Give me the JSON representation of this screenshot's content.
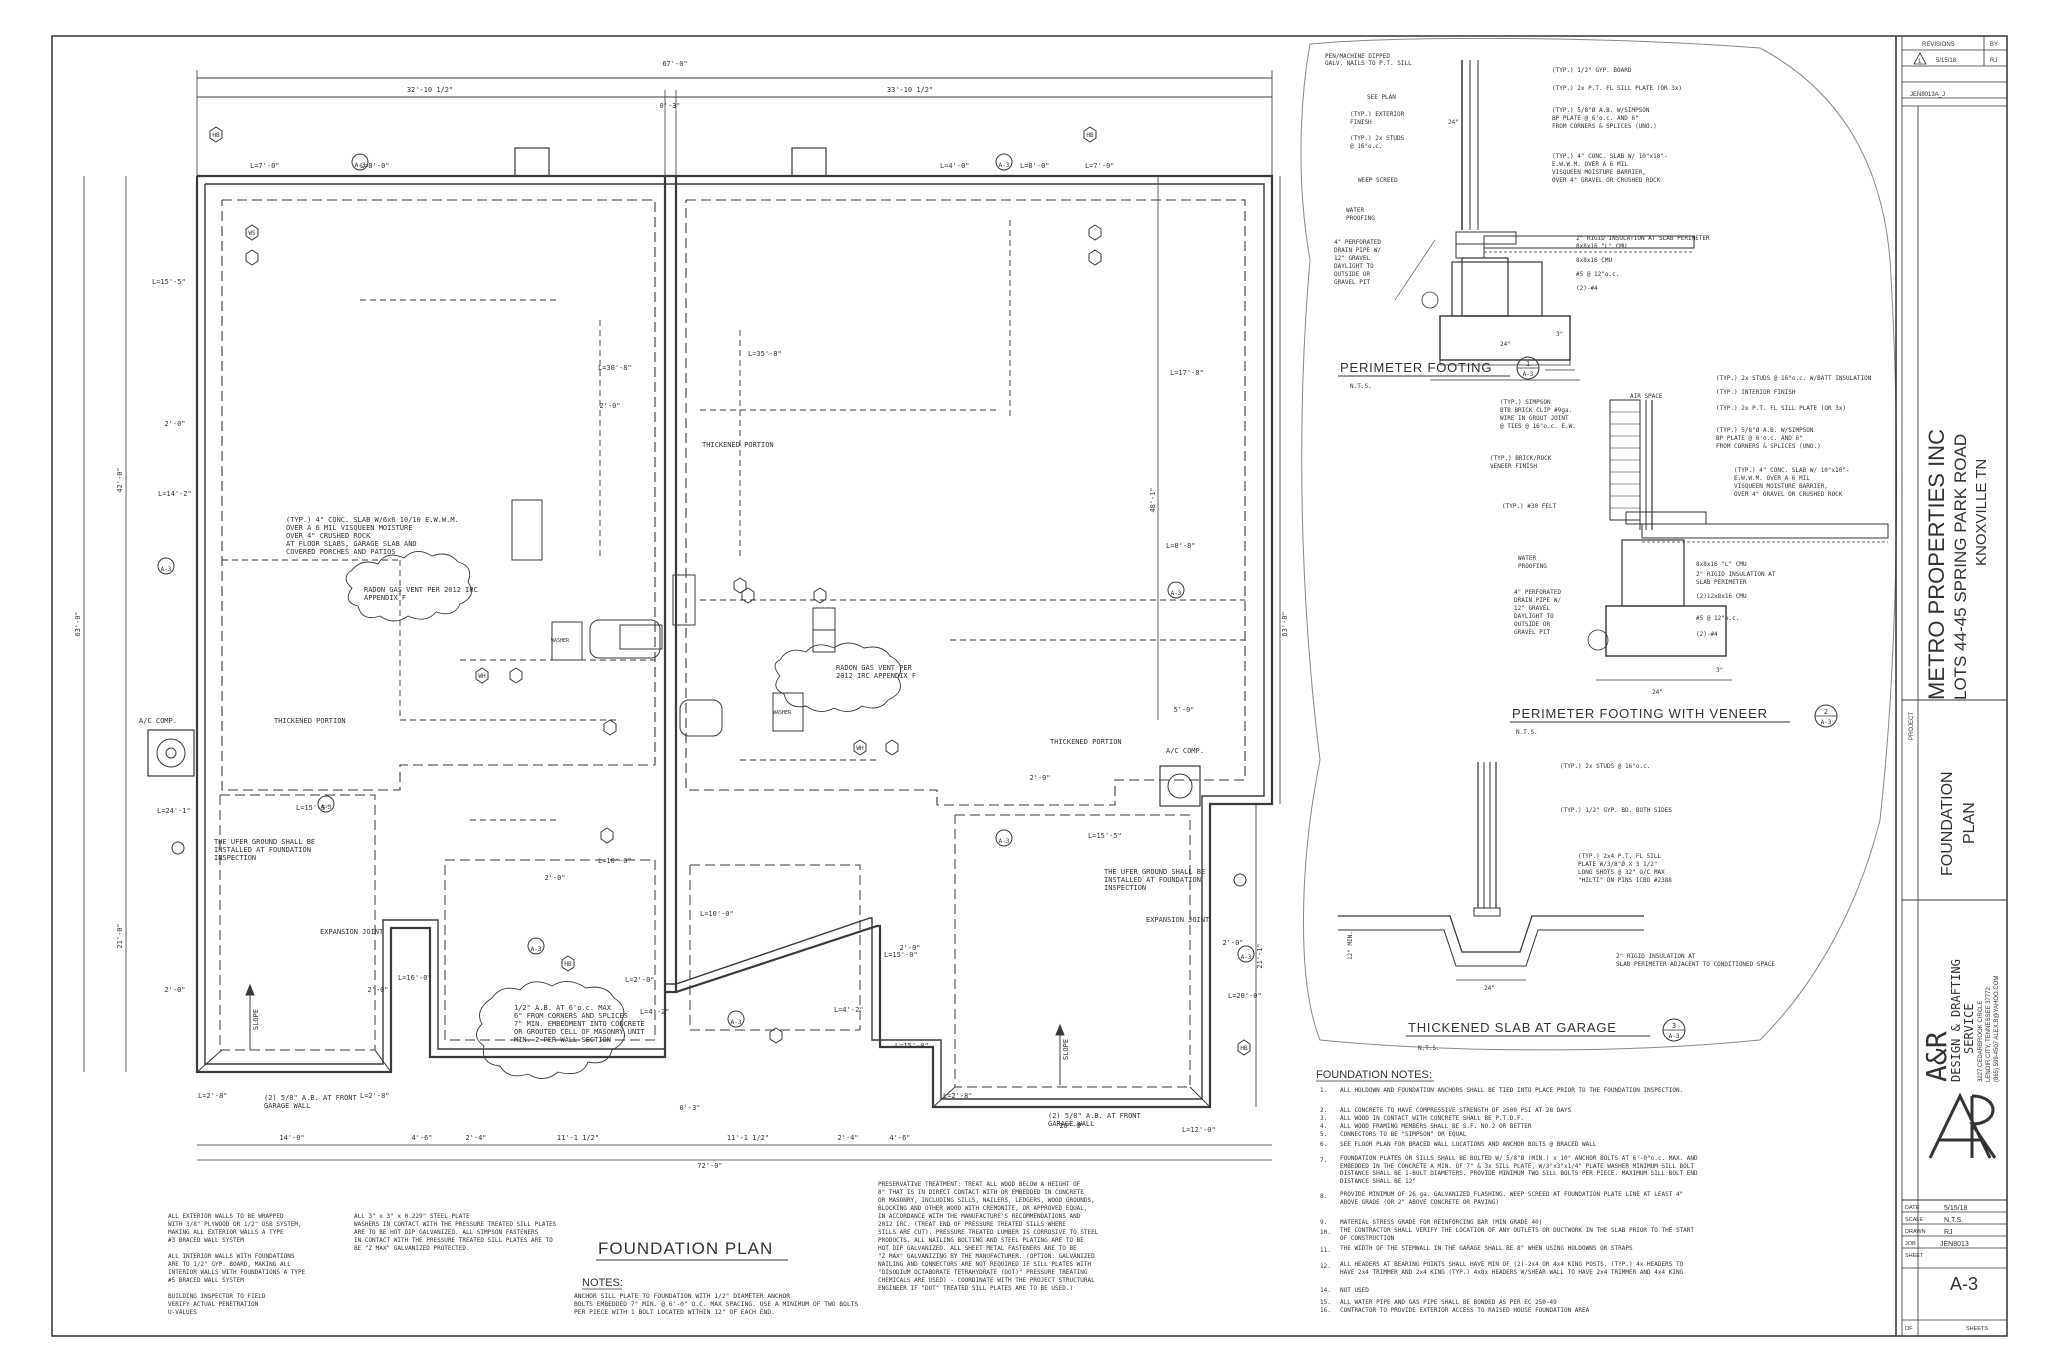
{
  "plan": {
    "title": "FOUNDATION PLAN",
    "notes_heading": "NOTES:",
    "notes_text": [
      "ANCHOR SILL PLATE TO FOUNDATION WITH 1/2\" DIAMETER ANCHOR",
      "BOLTS EMBEDDED 7\" MIN. @ 6'-0\" O.C. MAX SPACING. USE A MINIMUM OF TWO BOLTS",
      "PER PIECE WITH 1 BOLT LOCATED WITHIN 12\" OF EACH END."
    ],
    "dims": {
      "overall_width": "67'-0\"",
      "left_half": "32'-10 1/2\"",
      "right_half": "33'-10 1/2\"",
      "center_gap_top": "0'-3\"",
      "center_gap_bottom": "0'-3\"",
      "overall_bottom": "72'-0\"",
      "overall_depth_left": "63'-0\"",
      "overall_depth_right": "63'-0\"",
      "left_upper": "42'-0\"",
      "left_lower": "21'-0\"",
      "right_upper": "48'-1\"",
      "right_lower": "21'-1\"",
      "b14": "14'-0\"",
      "b4_6a": "4'-6\"",
      "b2_4a": "2'-4\"",
      "b11a": "11'-1 1/2\"",
      "b11b": "11'-1 1/2\"",
      "b2_4b": "2'-4\"",
      "b4_6b": "4'-6\"",
      "b20": "20'-0\"",
      "l2_0a": "2'-0\"",
      "l2_0b": "2'-0\"",
      "r5_0": "5'-0\"",
      "r2_0": "2'-0\"",
      "r2_0b": "2'-0\"",
      "c2_0": "2'-0\"",
      "g2_0a": "2'-0\"",
      "g2_0b": "2'-0\"",
      "g2_0c": "2'-0\""
    },
    "elevations": [
      "L=7'-0\"",
      "L=8'-0\"",
      "L=4'-0\"",
      "L=8'-0\"",
      "L=7'-0\"",
      "L=15'-5\"",
      "L=35'-8\"",
      "L=30'-8\"",
      "L=17'-8\"",
      "L=14'-2\"",
      "L=8'-8\"",
      "L=24'-1\"",
      "L=15'-5\"",
      "L=15'-5\"",
      "L=10'-0\"",
      "L=10'-0\"",
      "L=16'-0\"",
      "L=2'-0\"",
      "L=15'-0\"",
      "L=4'-2\"",
      "L=4'-2\"",
      "L=15'-0\"",
      "L=20'-0\"",
      "L=2'-8\"",
      "L=2'-8\"",
      "L=2'-8\"",
      "L=12'-0\""
    ],
    "labels": {
      "slab_note": [
        "(TYP.) 4\" CONC. SLAB W/6x6 10/10 E.W.W.M.",
        "OVER A 6 MIL VISQUEEN MOISTURE",
        "OVER 4\" CRUSHED ROCK",
        "AT FLOOR SLABS, GARAGE SLAB AND",
        "COVERED PORCHES AND PATIOS"
      ],
      "radon1": [
        "RADON GAS VENT PER 2012 IRC",
        "APPENDIX F"
      ],
      "radon2": [
        "RADON GAS VENT PER",
        "2012 IRC APPENDIX F"
      ],
      "thickened1": "THICKENED PORTION",
      "thickened2": "THICKENED PORTION",
      "thickened3": "THICKENED PORTION",
      "ac1": "A/C COMP.",
      "ac2": "A/C COMP.",
      "ufer1": [
        "THE UFER GROUND SHALL BE",
        "INSTALLED AT FOUNDATION",
        "INSPECTION"
      ],
      "ufer2": [
        "THE UFER GROUND SHALL BE",
        "INSTALLED AT FOUNDATION",
        "INSPECTION"
      ],
      "expansion1": "EXPANSION JOINT",
      "expansion2": "EXPANSION JOINT",
      "slope1": "SLOPE",
      "slope2": "SLOPE",
      "anchor_note": [
        "1/2\" A.B. AT 6'o.c. MAX",
        "6\" FROM CORNERS AND SPLICES",
        "7\" MIN. EMBEDMENT INTO CONCRETE",
        "OR GROUTED CELL OF MASONRY UNIT",
        "MIN. 2 PER WALL SECTION"
      ],
      "garage_wall1": [
        "(2) 5/8\" A.B. AT FRONT",
        "GARAGE WALL"
      ],
      "garage_wall2": [
        "(2) 5/8\" A.B. AT FRONT",
        "GARAGE WALL"
      ],
      "washer1": "WASHER",
      "washer2": "WASHER",
      "ws1": "WS"
    }
  },
  "bottom_notes": {
    "col1": [
      "ALL EXTERIOR WALLS TO BE WRAPPED",
      "WITH 3/8\" PLYWOOD OR 1/2\" OSB SYSTEM,",
      "MAKING ALL EXTERIOR WALLS A TYPE",
      "#3 BRACED WALL SYSTEM",
      "",
      "ALL INTERIOR WALLS WITH FOUNDATIONS",
      "ARE TO 1/2\" GYP. BOARD, MAKING ALL",
      "INTERIOR WALLS WITH FOUNDATIONS A TYPE",
      "#5 BRACED WALL SYSTEM",
      "",
      "BUILDING INSPECTOR TO FIELD",
      "VERIFY ACTUAL PENETRATION",
      "U-VALUES"
    ],
    "col2": [
      "ALL 3\" x 3\" x 0.229\" STEEL PLATE",
      "WASHERS IN CONTACT WITH THE PRESSURE TREATED SILL PLATES",
      "ARE TO BE HOT DIP GALVANIZED. ALL SIMPSON FASTENERS",
      "IN CONTACT WITH THE PRESSURE TREATED SILL PLATES ARE TO",
      "BE \"Z MAX\" GALVANIZED PROTECTED."
    ],
    "col3": [
      "PRESERVATIVE TREATMENT: TREAT ALL WOOD BELOW A HEIGHT OF",
      "8\" THAT IS IN DIRECT CONTACT WITH OR EMBEDDED IN CONCRETE",
      "OR MASONRY, INCLUDING SILLS, NAILERS, LEDGERS, WOOD GROUNDS,",
      "BLOCKING AND OTHER WOOD WITH CREMONITE, OR APPROVED EQUAL,",
      "IN ACCORDANCE WITH THE MANUFACTURE'S RECOMMENDATIONS AND",
      "2012 IRC. (TREAT END OF PRESSURE TREATED SILLS WHERE",
      "SILLS ARE CUT). PRESSURE TREATED LUMBER IS CORROSIVE TO STEEL",
      "PRODUCTS. ALL NAILING BOLTING AND STEEL PLATING ARE TO BE",
      "HOT DIP GALVANIZED. ALL SHEET METAL FASTENERS ARE TO BE",
      "\"Z MAX\" GALVANIZING BY THE MANUFACTURER. (OPTION: GALVANIZED",
      "NAILING AND CONNECTORS ARE NOT REQUIRED IF SILL PLATES WITH",
      "\"DISODIUM OCTABORATE TETRAHYDRATE (DOT)\" PRESSURE TREATING",
      "CHEMICALS ARE USED) - COORDINATE WITH THE PROJECT STRUCTURAL",
      "ENGINEER IF \"DOT\" TREATED SILL PLATES ARE TO BE USED.)"
    ]
  },
  "details": {
    "perimeter_footing": {
      "title": "PERIMETER FOOTING",
      "scale": "N.T.S.",
      "tag_num": "1",
      "tag_sheet": "A-3",
      "labels": [
        "(TYP.) 1/2\" GYP. BOARD",
        "(TYP.) 2x P.T. FL SILL PLATE (OR 3x)",
        "(TYP.) 5/8\"Ø A.B. W/SIMPSON",
        "BP PLATE @ 6'o.c. AND 6\"",
        "FROM CORNERS & SPLICES (UNO.)",
        "(TYP.) 4\" CONC. SLAB W/ 10\"x10\"-",
        "E.W.W.M. OVER A 6 MIL",
        "VISQUEEN MOISTURE BARRIER,",
        "OVER 4\" GRAVEL OR CRUSHED ROCK",
        "2\" RIGID INSULATION AT SLAB PERIMETER",
        "8x8x16 \"L\" CMU",
        "8x8x16 CMU",
        "#5 @ 12\"o.c.",
        "(2)-#4"
      ],
      "left_labels": [
        "PEN/MACHINE DIPPED",
        "GALV. NAILS TO P.T. SILL",
        "SEE PLAN",
        "(TYP.) EXTERIOR",
        "FINISH",
        "(TYP.) 2x STUDS",
        "@ 16\"o.c.",
        "WEEP SCREED",
        "WATER",
        "PROOFING",
        "4\" PERFORATED",
        "DRAIN PIPE W/",
        "12\" GRAVEL",
        "DAYLIGHT TO",
        "OUTSIDE OR",
        "GRAVEL PIT"
      ],
      "dims": [
        "24\"",
        "3\"",
        "24\""
      ]
    },
    "veneer_footing": {
      "title": "PERIMETER FOOTING WITH VENEER",
      "scale": "N.T.S.",
      "tag_num": "2",
      "tag_sheet": "A-3",
      "labels": [
        "(TYP.) 2x STUDS @ 16\"o.c. W/BATT INSULATION",
        "(TYP.) INTERIOR FINISH",
        "(TYP.) 2x P.T. FL SILL PLATE (OR 3x)",
        "(TYP.) 5/8\"Ø A.B. W/SIMPSON",
        "BP PLATE @ 6'o.c. AND 6\"",
        "FROM CORNERS & SPLICES (UNO.)",
        "(TYP.) 4\" CONC. SLAB W/ 10\"x10\"-",
        "E.W.W.M. OVER A 6 MIL",
        "VISQUEEN MOISTURE BARRIER,",
        "OVER 4\" GRAVEL OR CRUSHED ROCK",
        "8x8x16 \"L\" CMU",
        "2\" RIGID INSULATION AT",
        "SLAB PERIMETER",
        "(2)12x8x16 CMU",
        "#5 @ 12\"o.c.",
        "(2)-#4"
      ],
      "left_labels": [
        "AIR SPACE",
        "(TYP.) SIMPSON",
        "BTB BRICK CLIP #9ga.",
        "WIRE IN GROUT JOINT",
        "@ TIES @ 16\"o.c. E.W.",
        "(TYP.) BRICK/ROCK",
        "VENEER FINISH",
        "(TYP.) #30 FELT",
        "WATER",
        "PROOFING",
        "4\" PERFORATED",
        "DRAIN PIPE W/",
        "12\" GRAVEL",
        "DAYLIGHT TO",
        "OUTSIDE OR",
        "GRAVEL PIT"
      ],
      "dims": [
        "24\"",
        "3\""
      ]
    },
    "thickened_slab": {
      "title": "THICKENED SLAB AT GARAGE",
      "scale": "N.T.S.",
      "tag_num": "3",
      "tag_sheet": "A-3",
      "labels": [
        "(TYP.) 2x STUDS @ 16\"o.c.",
        "(TYP.) 1/2\" GYP. BD. BOTH SIDES",
        "(TYP.) 2x4 P.T. FL SILL",
        "PLATE W/3/8\"Ø X 3 1/2\"",
        "LONG SHOTS @ 32\" O/C MAX",
        "\"HILTI\" DN PINS ICBO #2388",
        "2\" RIGID INSULATION AT",
        "SLAB PERIMETER ADJACENT TO CONDITIONED SPACE"
      ],
      "dims": [
        "24\"",
        "12\" MIN."
      ]
    }
  },
  "foundation_notes": {
    "heading": "FOUNDATION NOTES:",
    "items": [
      {
        "n": "1.",
        "t": "ALL HOLDOWN AND FOUNDATION ANCHORS SHALL BE TIED INTO PLACE PRIOR TO THE FOUNDATION INSPECTION."
      },
      {
        "n": "2.",
        "t": "ALL CONCRETE TO HAVE COMPRESSIVE STRENGTH OF 2500 PSI AT 28 DAYS"
      },
      {
        "n": "3.",
        "t": "ALL WOOD IN CONTACT WITH CONCRETE SHALL BE P.T.D.F."
      },
      {
        "n": "4.",
        "t": "ALL WOOD FRAMING MEMBERS SHALL BE S.F. NO.2 OR BETTER"
      },
      {
        "n": "5.",
        "t": "CONNECTORS TO BE \"SIMPSON\" OR EQUAL"
      },
      {
        "n": "6.",
        "t": "SEE FLOOR PLAN FOR BRACED WALL LOCATIONS AND ANCHOR BOLTS @ BRACED WALL"
      },
      {
        "n": "7.",
        "t": "FOUNDATION PLATES OR SILLS SHALL BE BOLTED W/ 5/8\"Ø (MIN.) x 10\" ANCHOR BOLTS AT 6'-0\"o.c. MAX. AND EMBEDDED IN THE CONCRETE A MIN. OF 7\" & 3x SILL PLATE, W/3\"x3\"x1/4\" PLATE WASHER MINIMUM SILL BOLT DISTANCE SHALL BE 1-BOLT DIAMETERS. PROVIDE MINIMUM TWO SILL BOLTS PER PIECE. MAXIMUM SILL BOLT END DISTANCE SHALL BE 12\""
      },
      {
        "n": "8.",
        "t": "PROVIDE MINIMUM OF 26 ga. GALVANIZED FLASHING. WEEP SCREED AT FOUNDATION PLATE LINE AT LEAST 4\" ABOVE GRADE (OR 2\" ABOVE CONCRETE OR PAVING)"
      },
      {
        "n": "9.",
        "t": "MATERIAL STRESS GRADE FOR REINFORCING BAR (MIN GRADE 40)"
      },
      {
        "n": "10.",
        "t": "THE CONTRACTOR SHALL VERIFY THE LOCATION OF ANY OUTLETS OR DUCTWORK IN THE SLAB PRIOR TO THE START OF CONSTRUCTION"
      },
      {
        "n": "11.",
        "t": "THE WIDTH OF THE STEMWALL IN THE GARAGE SHALL BE 8\" WHEN USING HOLDOWNS OR STRAPS"
      },
      {
        "n": "12.",
        "t": "ALL HEADERS AT BEARING POINTS SHALL HAVE MIN OF (2)-2x4 OR 4x4 KING POSTS. (TYP.) 4x HEADERS TO HAVE 2x4 TRIMMER AND 2x4 KING (TYP.) 4x8x HEADERS W/SHEAR WALL TO HAVE 2x4 TRIMMER AND 4x4 KING"
      },
      {
        "n": "14.",
        "t": "NOT USED"
      },
      {
        "n": "15.",
        "t": "ALL WATER PIPE AND GAS PIPE SHALL BE BONDED AS PER EC 250-49"
      },
      {
        "n": "16.",
        "t": "CONTRACTOR TO PROVIDE EXTERIOR ACCESS TO RAISED HOUSE FOUNDATION AREA"
      }
    ]
  },
  "title_block": {
    "revisions_label": "REVISIONS",
    "by_label": "BY",
    "rev_num": "1",
    "rev_date": "5/15/18",
    "rev_by": "RJ",
    "job_ref": "JEN8013A_J",
    "project_label": "PROJECT",
    "project_name": "METRO PROPERTIES INC",
    "project_lots": "LOTS 44-45 SPRING PARK ROAD",
    "project_city": "KNOXVILLE TN",
    "sheet_title_1": "FOUNDATION",
    "sheet_title_2": "PLAN",
    "firm_name": "A&R",
    "firm_sub1": "DESIGN & DRAFTING",
    "firm_sub2": "SERVICE",
    "firm_addr1": "3227 CEDARBROOK CIRCLE",
    "firm_addr2": "LENOIR CITY, TENNESSEE 37772",
    "firm_addr3": "(865) 599-4507 ALEX.B@YAHOO.COM",
    "date_label": "DATE",
    "date_value": "5/15/18",
    "scale_label": "SCALE",
    "scale_value": "N.T.S.",
    "drawn_label": "DRAWN",
    "drawn_value": "RJ",
    "job_label": "JOB",
    "job_value": "JEN8013",
    "sheet_label": "SHEET",
    "sheet_value": "A-3",
    "of_label": "OF",
    "sheets_label": "SHEETS"
  },
  "tags": {
    "section_a3": "A-3",
    "hb": "HB",
    "ws": "WS",
    "wh": "WH",
    "sub_1": "1",
    "sub_2": "2"
  }
}
